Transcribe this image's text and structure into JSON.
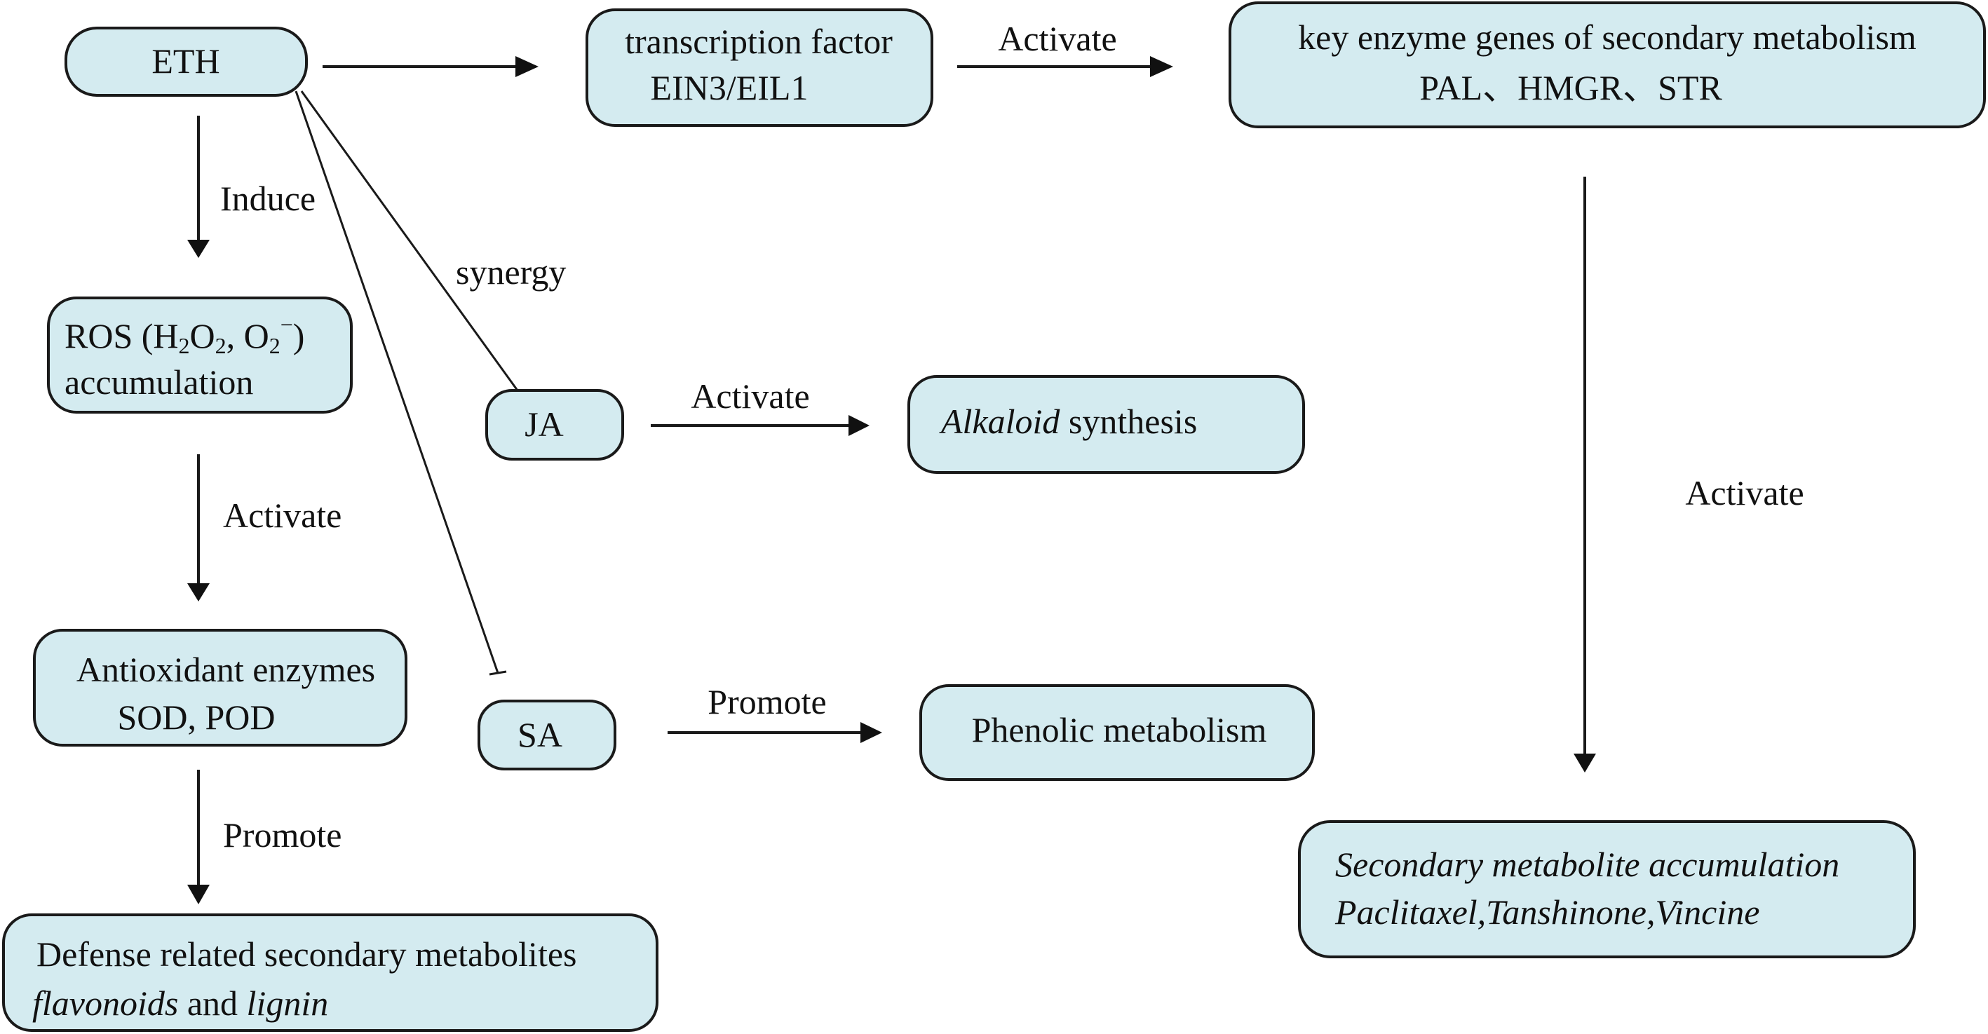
{
  "nodes": {
    "eth": {
      "lines": [
        "ETH"
      ]
    },
    "tf": {
      "lines": [
        "transcription factor",
        "EIN3/EIL1"
      ]
    },
    "key_enzyme": {
      "lines": [
        "key enzyme genes of secondary metabolism",
        "PAL、HMGR、STR"
      ]
    },
    "ros": {
      "line1_prefix": "ROS (H",
      "sub1": "2",
      "mid1": "O",
      "sub2": "2",
      "mid2": ", O",
      "sub3": "2",
      "sup": "−",
      "line1_suffix": ")",
      "line2": "accumulation"
    },
    "ja": {
      "lines": [
        "JA"
      ]
    },
    "alkaloid": {
      "italic": "Alkaloid",
      "rest": " synthesis"
    },
    "antioxidant": {
      "lines": [
        "Antioxidant enzymes",
        "SOD, POD"
      ]
    },
    "sa": {
      "lines": [
        "SA"
      ]
    },
    "phenolic": {
      "lines": [
        "Phenolic metabolism"
      ]
    },
    "defense": {
      "line1": "Defense related secondary metabolites",
      "line2_italic_a": "flavonoids",
      "line2_mid": " and ",
      "line2_italic_b": "lignin"
    },
    "secondary": {
      "lines": [
        "Secondary metabolite accumulation",
        "Paclitaxel,Tanshinone,Vincine"
      ]
    }
  },
  "edges": {
    "eth_tf": {
      "label": ""
    },
    "tf_key": {
      "label": "Activate"
    },
    "key_secondary": {
      "label": "Activate"
    },
    "eth_ros": {
      "label": "Induce"
    },
    "eth_ja": {
      "label": "synergy"
    },
    "eth_sa": {
      "label": ""
    },
    "ros_antioxidant": {
      "label": "Activate"
    },
    "antioxidant_defense": {
      "label": "Promote"
    },
    "ja_alkaloid": {
      "label": "Activate"
    },
    "sa_phenolic": {
      "label": "Promote"
    }
  },
  "colors": {
    "node_fill": "#d4ebf0",
    "stroke": "#1a1a1a"
  }
}
